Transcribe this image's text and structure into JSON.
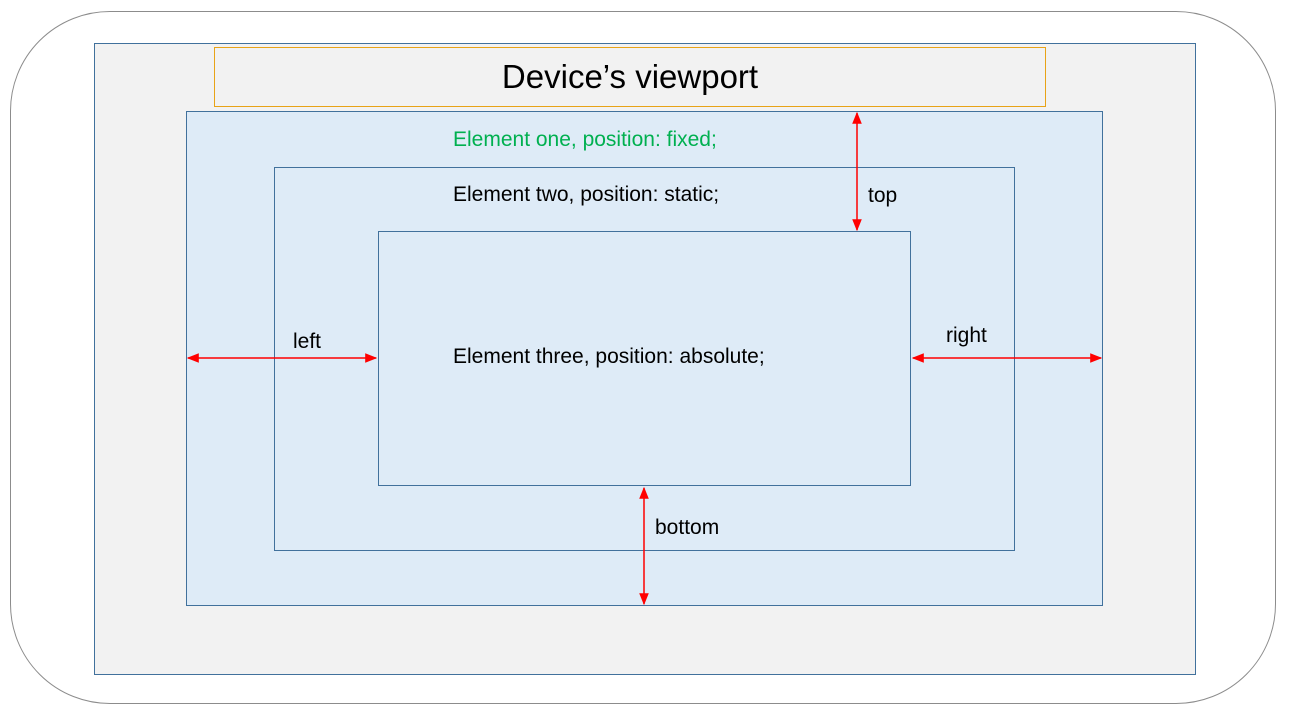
{
  "title": "Device’s viewport",
  "elements": {
    "one": "Element one, position: fixed;",
    "two": "Element two, position: static;",
    "three": "Element three, position: absolute;"
  },
  "offsets": {
    "top": "top",
    "left": "left",
    "right": "right",
    "bottom": "bottom"
  },
  "colors": {
    "element_one_label": "#00b050",
    "arrow": "#ff0000",
    "element_fill": "#deebf7",
    "element_border": "#41719c",
    "viewport_fill": "#f2f2f2",
    "title_border": "#e8a317"
  }
}
